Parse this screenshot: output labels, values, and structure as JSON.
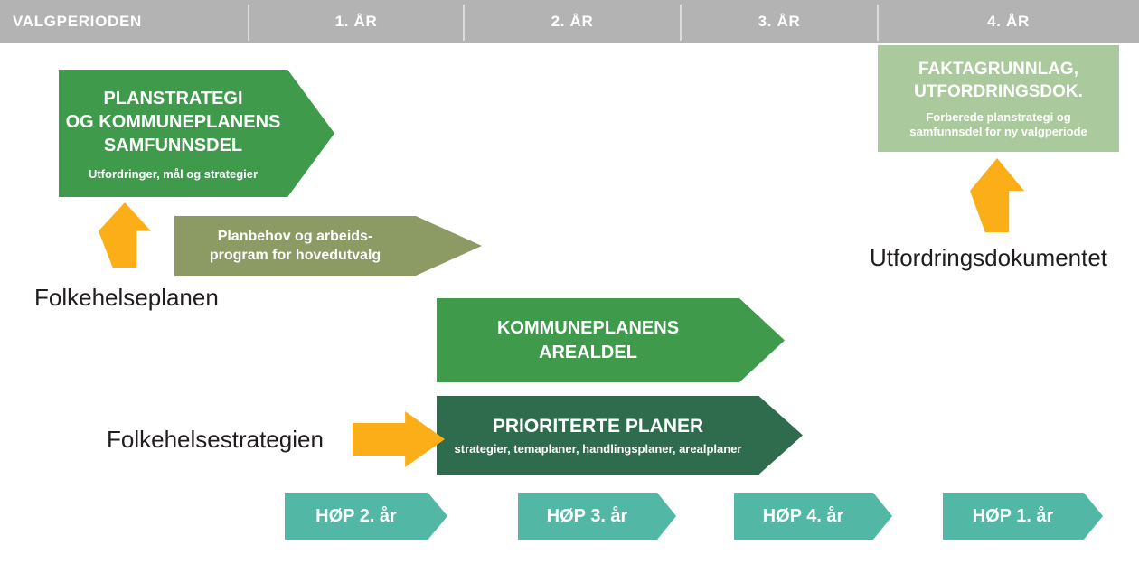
{
  "header": {
    "columns": [
      "VALGPERIODEN",
      "1. ÅR",
      "2. ÅR",
      "3. ÅR",
      "4. ÅR"
    ]
  },
  "boxes": {
    "planstrategi": {
      "lines": [
        "PLANSTRATEGI",
        "OG KOMMUNEPLANENS",
        "SAMFUNNSDEL"
      ],
      "subtitle": "Utfordringer, mål og strategier"
    },
    "planbehov": {
      "lines": [
        "Planbehov og arbeids-",
        "program for hovedutvalg"
      ]
    },
    "faktagrunnlag": {
      "lines": [
        "FAKTAGRUNNLAG,",
        "UTFORDRINGSDOK."
      ],
      "subtitle_lines": [
        "Forberede planstrategi og",
        "samfunnsdel for ny valgperiode"
      ]
    },
    "arealdel": {
      "lines": [
        "KOMMUNEPLANENS",
        "AREALDEL"
      ]
    },
    "prioriterte": {
      "title": "PRIORITERTE PLANER",
      "subtitle": "strategier, temaplaner, handlingsplaner, arealplaner"
    },
    "hop": [
      "HØP 2. år",
      "HØP 3. år",
      "HØP 4. år",
      "HØP 1. år"
    ]
  },
  "annotations": {
    "folkehelseplanen": "Folkehelseplanen",
    "folkehelsestrategien": "Folkehelsestrategien",
    "utfordringsdokumentet": "Utfordringsdokumentet"
  },
  "colors": {
    "gray-header": "#b3b3b3",
    "divider": "#dcdcdc",
    "green-medium": "#3f9a4c",
    "green-dark": "#2f6b4d",
    "olive": "#8c9a63",
    "green-light": "#aac99c",
    "teal": "#52b8a5",
    "orange": "#fbae17",
    "text-dark": "#211d1e"
  }
}
